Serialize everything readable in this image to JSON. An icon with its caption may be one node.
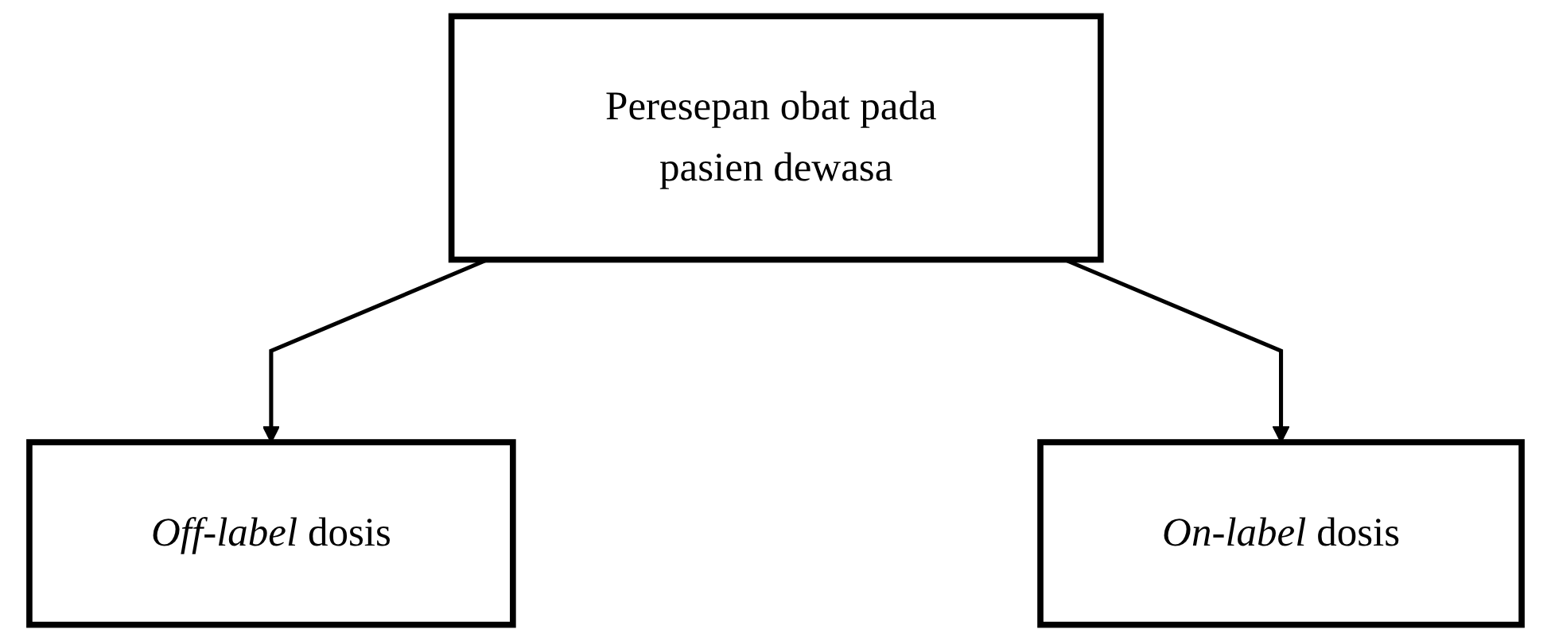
{
  "diagram": {
    "nodes": [
      {
        "text": [
          "Peresepan obat pada pasien dewasa"
        ]
      },
      {
        "text": [
          "*Off-label* dosis"
        ]
      },
      {
        "text": [
          "*On-label* dosis"
        ]
      }
    ],
    "edges": [
      {
        "from": 0,
        "to": 1,
        "arrow": "to"
      },
      {
        "from": 0,
        "to": 2,
        "arrow": "to"
      }
    ]
  }
}
